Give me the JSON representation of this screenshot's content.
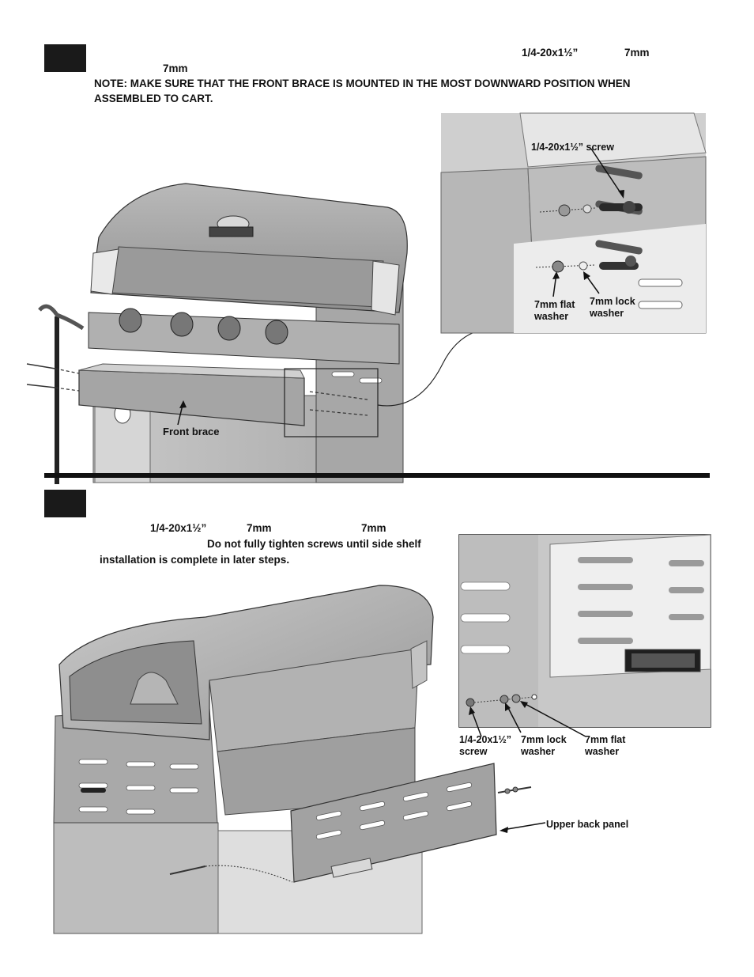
{
  "step1": {
    "line1_screw": "1/4-20x1½”",
    "line1_mm": "7mm",
    "line2_mm": "7mm",
    "note": "NOTE: MAKE SURE THAT THE FRONT BRACE IS MOUNTED IN THE MOST DOWNWARD POSITION WHEN ASSEMBLED TO CART.",
    "callout_screw": "1/4-20x1½” screw",
    "callout_flat_washer": "7mm flat washer",
    "callout_lock_washer": "7mm lock washer",
    "label_front_brace": "Front brace"
  },
  "step2": {
    "line1_screw": "1/4-20x1½”",
    "line1_mm_a": "7mm",
    "line1_mm_b": "7mm",
    "caution_a": "Do not fully tighten screws until side shelf",
    "caution_b": "installation is complete in later steps.",
    "callout_screw": "1/4-20x1½” screw",
    "callout_lock_washer": "7mm lock washer",
    "callout_flat_washer": "7mm flat washer",
    "label_upper_back_panel": "Upper back panel"
  }
}
